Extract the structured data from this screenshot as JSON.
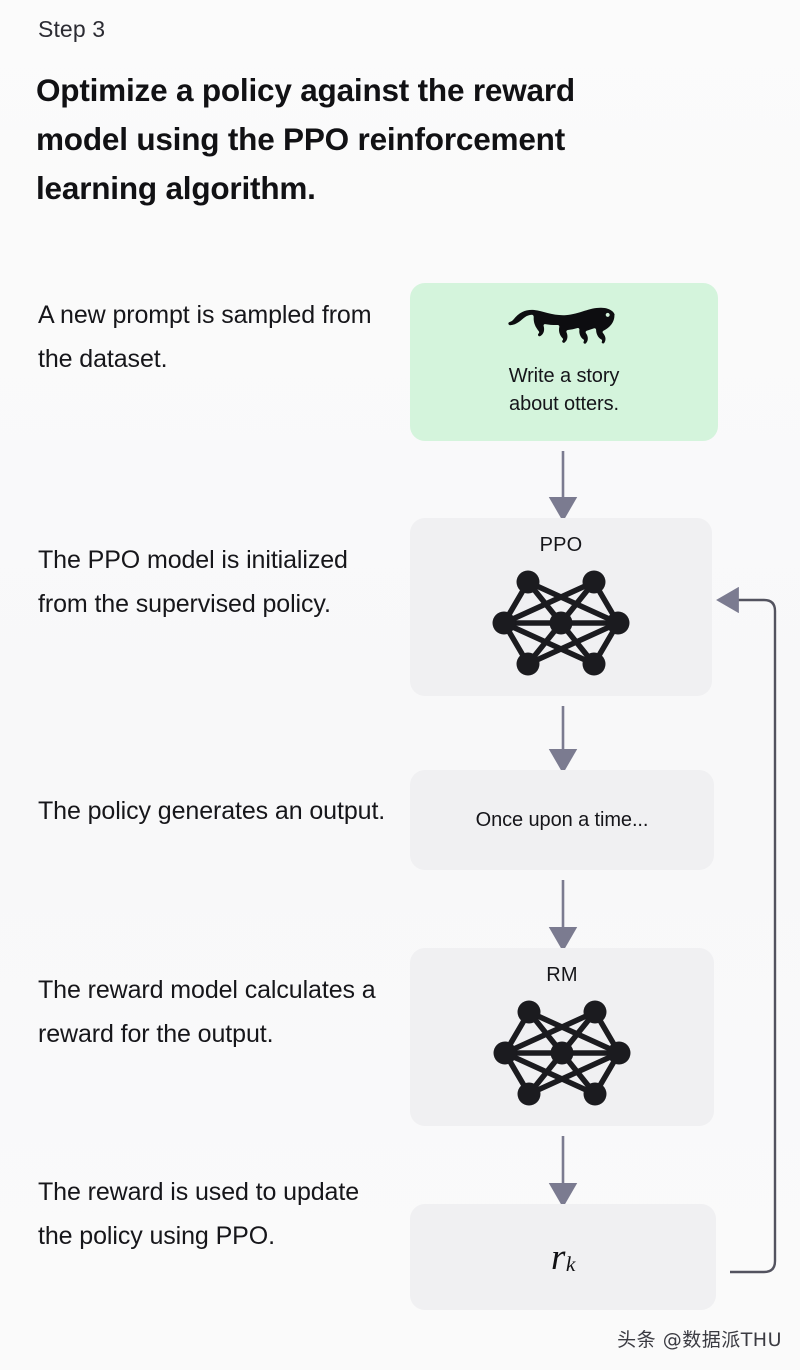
{
  "header": {
    "step_label": "Step 3",
    "headline": "Optimize a policy against the reward model using the PPO reinforcement learning algorithm."
  },
  "captions": [
    {
      "id": "prompt-sampled",
      "text": "A new prompt is sampled from the dataset."
    },
    {
      "id": "ppo-initialized",
      "text": "The PPO model is initialized from the supervised policy."
    },
    {
      "id": "policy-output",
      "text": "The policy generates an output."
    },
    {
      "id": "reward-calculated",
      "text": "The reward model calculates a reward for the output."
    },
    {
      "id": "reward-update",
      "text": "The reward is used to update the policy using PPO."
    }
  ],
  "flow": {
    "prompt_box": {
      "icon": "otter-silhouette-icon",
      "text_line1": "Write a story",
      "text_line2": "about otters.",
      "color": "#d4f4dc"
    },
    "ppo_box": {
      "title": "PPO",
      "icon": "neural-network-icon",
      "color": "#f0f0f2"
    },
    "output_box": {
      "text": "Once upon a time...",
      "color": "#f0f0f2"
    },
    "rm_box": {
      "title": "RM",
      "icon": "neural-network-icon",
      "color": "#f0f0f2"
    },
    "reward_box": {
      "symbol": "r",
      "subscript": "k",
      "color": "#f0f0f2"
    },
    "arrow_color": "#6f6f85",
    "feedback_loop_label": "reward-feedback-loop"
  },
  "watermark": {
    "text": "头条 @数据派THU"
  }
}
